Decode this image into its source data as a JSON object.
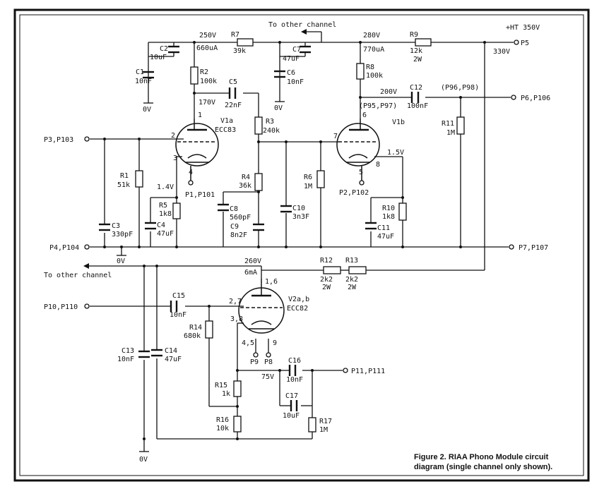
{
  "labels": {
    "p5": "P5",
    "ht": "+HT 350V",
    "v330": "330V",
    "to_other_top": "To other channel",
    "to_other_bottom": "To other channel",
    "v250": "250V",
    "ua660": "660uA",
    "v280": "280V",
    "ua770": "770uA",
    "r7": "R7",
    "r7v": "39k",
    "r9": "R9",
    "r9v": "12k",
    "r9w": "2W",
    "c2": "C2",
    "c2v": "10uF",
    "c1": "C1",
    "c1v": "10nF",
    "ov1": "0V",
    "r2": "R2",
    "r2v": "100k",
    "c7": "C7",
    "c7v": "47uF",
    "c6": "C6",
    "c6v": "10nF",
    "ov2": "0V",
    "r8": "R8",
    "r8v": "100k",
    "v200": "200V",
    "c12": "C12",
    "c12v": "100nF",
    "p96": "(P96,P98)",
    "p6": "P6,P106",
    "p95": "(P95,P97)",
    "v170": "170V",
    "c5": "C5",
    "c5v": "22nF",
    "pin1": "1",
    "v1a": "V1a",
    "ecc83": "ECC83",
    "r3": "R3",
    "r3v": "240k",
    "pin6": "6",
    "v1b": "V1b",
    "r11": "R11",
    "r11v": "1M",
    "p3": "P3,P103",
    "pin2": "2",
    "pin3": "3",
    "pin7": "7",
    "v15": "1.5V",
    "pin4": "4",
    "pin8": "8",
    "pin5": "5",
    "r1": "R1",
    "r1v": "51k",
    "r4": "R4",
    "r4v": "36k",
    "r6": "R6",
    "r6v": "1M",
    "v14": "1.4V",
    "p1": "P1,P101",
    "p2": "P2,P102",
    "r5": "R5",
    "r5v": "1k8",
    "c8": "C8",
    "c8v": "560pF",
    "c10": "C10",
    "c10v": "3n3F",
    "r10": "R10",
    "r10v": "1k8",
    "c3": "C3",
    "c3v": "330pF",
    "c4": "C4",
    "c4v": "47uF",
    "c9": "C9",
    "c9v": "8n2F",
    "c11": "C11",
    "c11v": "47uF",
    "p4": "P4,P104",
    "ov3": "0V",
    "p7": "P7,P107",
    "v260": "260V",
    "ma6": "6mA",
    "r12": "R12",
    "r12v": "2k2",
    "r12w": "2W",
    "r13": "R13",
    "r13v": "2k2",
    "r13w": "2W",
    "pin16": "1,6",
    "p10": "P10,P110",
    "c15": "C15",
    "c15v": "10nF",
    "pin27": "2,7",
    "v2ab": "V2a,b",
    "ecc82": "ECC82",
    "r14": "R14",
    "r14v": "680k",
    "pin38": "3,8",
    "pin45": "4,5",
    "pin9": "9",
    "p9": "P9",
    "p8": "P8",
    "c13": "C13",
    "c13v": "10nF",
    "c14": "C14",
    "c14v": "47uF",
    "c16": "C16",
    "v75": "75V",
    "c16v": "10nF",
    "p11": "P11,P111",
    "r15": "R15",
    "r15v": "1k",
    "c17": "C17",
    "c17v": "10uF",
    "r16": "R16",
    "r16v": "10k",
    "r17": "R17",
    "r17v": "1M",
    "ov4": "0V"
  },
  "caption": {
    "line1": "Figure 2. RIAA Phono Module circuit",
    "line2": "diagram (single channel only shown)."
  }
}
